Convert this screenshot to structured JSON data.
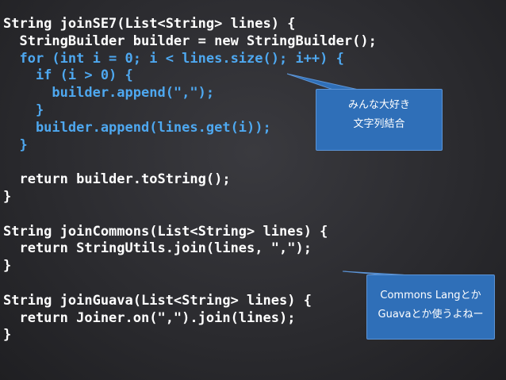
{
  "code_lines": [
    {
      "plain": "String joinSE7(List<String> lines) {",
      "blue": ""
    },
    {
      "plain": "  StringBuilder builder = new StringBuilder();",
      "blue": ""
    },
    {
      "plain": "",
      "blue": "  for (int i = 0; i < lines.size(); i++) {"
    },
    {
      "plain": "",
      "blue": "    if (i > 0) {"
    },
    {
      "plain": "",
      "blue": "      builder.append(\",\");"
    },
    {
      "plain": "",
      "blue": "    }"
    },
    {
      "plain": "",
      "blue": "    builder.append(lines.get(i));"
    },
    {
      "plain": "",
      "blue": "  }"
    },
    {
      "plain": "",
      "blue": ""
    },
    {
      "plain": "  return builder.toString();",
      "blue": ""
    },
    {
      "plain": "}",
      "blue": ""
    },
    {
      "plain": "",
      "blue": ""
    },
    {
      "plain": "String joinCommons(List<String> lines) {",
      "blue": ""
    },
    {
      "plain": "  return StringUtils.join(lines, \",\");",
      "blue": ""
    },
    {
      "plain": "}",
      "blue": ""
    },
    {
      "plain": "",
      "blue": ""
    },
    {
      "plain": "String joinGuava(List<String> lines) {",
      "blue": ""
    },
    {
      "plain": "  return Joiner.on(\",\").join(lines);",
      "blue": ""
    },
    {
      "plain": "}",
      "blue": ""
    }
  ],
  "callouts": {
    "first": {
      "line1": "みんな大好き",
      "line2": "文字列結合"
    },
    "second": {
      "line1": "Commons Langとか",
      "line2": "Guavaとか使うよねー"
    }
  },
  "colors": {
    "keyword_blue": "#4ea8f0",
    "callout_bg": "#2f6fb8",
    "background": "#2a2a2e"
  }
}
